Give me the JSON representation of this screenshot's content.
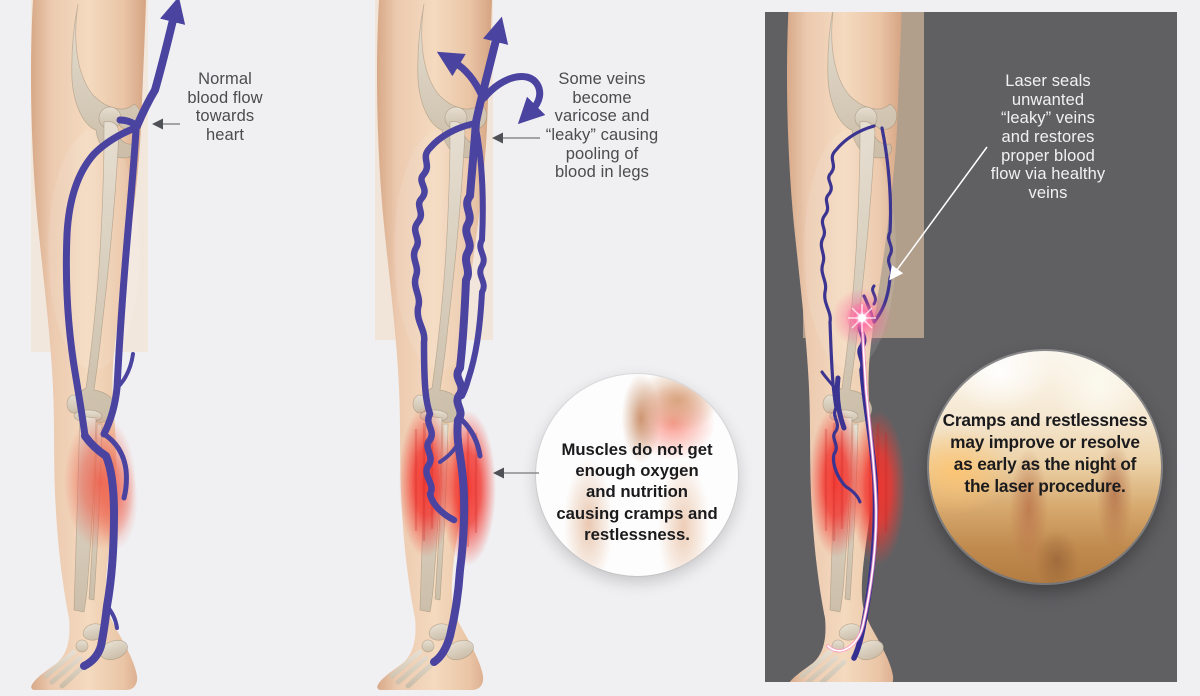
{
  "colors": {
    "page-bg": "#f0f0f2",
    "panel-dark": "#606063",
    "vein": "#4a43a0",
    "vein-thin": "#3b3490",
    "muscle-red": "#f2423a",
    "caption": "#4c4c4f",
    "caption-light": "#f1f1f2",
    "inset-text": "#1b1b1d",
    "laser-pink": "#ff7ab8",
    "skin": "#eecfae",
    "bone": "#d9d0c0",
    "pointer-gray": "#8a8b8e",
    "pointer-head": "#505156"
  },
  "panels": [
    {
      "name": "normal-flow",
      "caption": "Normal\nblood flow\ntowards\nheart"
    },
    {
      "name": "varicose-veins",
      "caption": "Some veins\nbecome\nvaricose and\n“leaky” causing\npooling of\nblood in legs",
      "inset_caption": "Muscles do not get\nenough oxygen\nand nutrition\ncausing cramps and\nrestlessness."
    },
    {
      "name": "laser-treatment",
      "caption": "Laser seals\nunwanted\n“leaky” veins\nand restores\nproper blood\nflow via healthy\nveins",
      "inset_caption": "Cramps and restlessness\nmay improve or resolve\nas early as the night of\nthe laser procedure."
    }
  ]
}
